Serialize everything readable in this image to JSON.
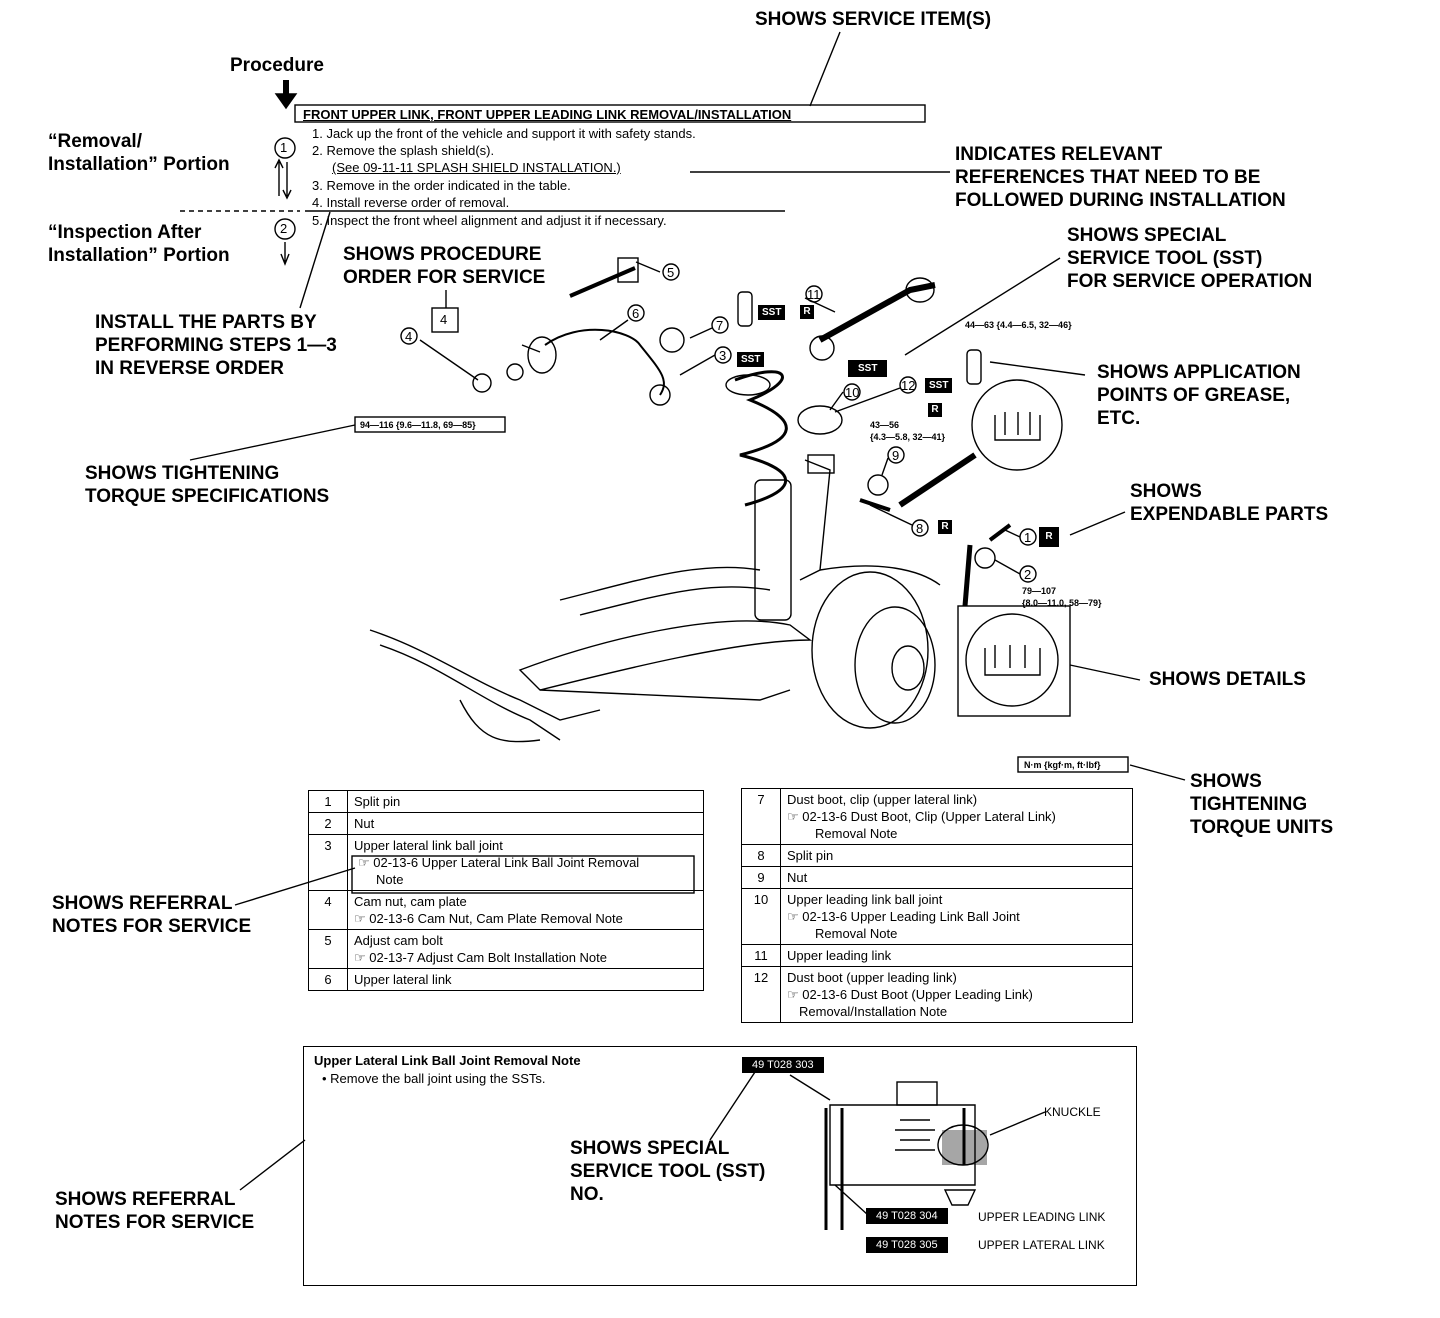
{
  "callouts": {
    "service_items": "SHOWS SERVICE ITEM(S)",
    "procedure": "Procedure",
    "removal_installation": [
      "“Removal/",
      "Installation” Portion"
    ],
    "inspection_after": [
      "“Inspection After",
      "Installation” Portion"
    ],
    "relevant_refs": [
      "INDICATES RELEVANT",
      "REFERENCES THAT NEED TO BE",
      "FOLLOWED DURING INSTALLATION"
    ],
    "special_tool": [
      "SHOWS SPECIAL",
      "SERVICE TOOL (SST)",
      "FOR SERVICE OPERATION"
    ],
    "procedure_order": [
      "SHOWS PROCEDURE",
      "ORDER FOR SERVICE"
    ],
    "install_reverse": [
      "INSTALL THE PARTS BY",
      "PERFORMING STEPS 1—3",
      "IN REVERSE ORDER"
    ],
    "grease_points": [
      "SHOWS APPLICATION",
      "POINTS OF GREASE,",
      "ETC."
    ],
    "tightening_torque": [
      "SHOWS TIGHTENING",
      "TORQUE SPECIFICATIONS"
    ],
    "expendable": [
      "SHOWS",
      "EXPENDABLE PARTS"
    ],
    "details": "SHOWS DETAILS",
    "torque_units": [
      "SHOWS",
      "TIGHTENING",
      "TORQUE UNITS"
    ],
    "referral_notes_1": [
      "SHOWS REFERRAL",
      "NOTES FOR SERVICE"
    ],
    "referral_notes_2": [
      "SHOWS REFERRAL",
      "NOTES FOR SERVICE"
    ],
    "sst_no": [
      "SHOWS SPECIAL",
      "SERVICE TOOL (SST)",
      "NO."
    ]
  },
  "procedure": {
    "title": "FRONT UPPER LINK, FRONT UPPER LEADING LINK REMOVAL/INSTALLATION",
    "steps": [
      "1. Jack up the front of the vehicle and support it with safety stands.",
      "2. Remove the splash shield(s).",
      "(See 09-11-11 SPLASH SHIELD INSTALLATION.)",
      "3. Remove in the order indicated in the table.",
      "4. Install reverse order of removal.",
      "5. Inspect the front wheel alignment and adjust it if necessary."
    ],
    "marker1": "1",
    "marker2": "2"
  },
  "diagram": {
    "part_numbers": [
      "1",
      "2",
      "3",
      "4",
      "5",
      "6",
      "7",
      "8",
      "9",
      "10",
      "11",
      "12"
    ],
    "boxed_number": "4",
    "sst": "SST",
    "r": "R",
    "torques": {
      "t4": "94—116 {9.6—11.8, 69—85}",
      "t12": "44—63 {4.4—6.5, 32—46}",
      "t9": [
        "43—56",
        "{4.3—5.8, 32—41}"
      ],
      "t2": [
        "79—107",
        "{8.0—11.0, 58—79}"
      ],
      "units": "N·m {kgf·m, ft·lbf}"
    }
  },
  "table_left": [
    {
      "no": "1",
      "lines": [
        "Split pin"
      ]
    },
    {
      "no": "2",
      "lines": [
        "Nut"
      ]
    },
    {
      "no": "3",
      "lines": [
        "Upper lateral link ball joint"
      ],
      "note": [
        "☞ 02-13-6 Upper Lateral Link Ball Joint Removal",
        "Note"
      ]
    },
    {
      "no": "4",
      "lines": [
        "Cam nut, cam plate",
        "☞ 02-13-6 Cam Nut, Cam Plate Removal Note"
      ]
    },
    {
      "no": "5",
      "lines": [
        "Adjust cam bolt",
        "☞ 02-13-7 Adjust Cam Bolt Installation Note"
      ]
    },
    {
      "no": "6",
      "lines": [
        "Upper lateral link"
      ]
    }
  ],
  "table_right": [
    {
      "no": "7",
      "lines": [
        "Dust boot, clip (upper lateral link)",
        "☞ 02-13-6 Dust Boot, Clip (Upper Lateral Link)",
        "Removal Note"
      ]
    },
    {
      "no": "8",
      "lines": [
        "Split pin"
      ]
    },
    {
      "no": "9",
      "lines": [
        "Nut"
      ]
    },
    {
      "no": "10",
      "lines": [
        "Upper leading link ball joint",
        "☞ 02-13-6 Upper Leading Link Ball Joint",
        "Removal Note"
      ]
    },
    {
      "no": "11",
      "lines": [
        "Upper leading link"
      ]
    },
    {
      "no": "12",
      "lines": [
        "Dust boot (upper leading link)",
        "☞ 02-13-6 Dust Boot (Upper Leading Link)",
        "Removal/Installation Note"
      ]
    }
  ],
  "note_box": {
    "title": "Upper Lateral Link Ball Joint Removal Note",
    "bullet": "• Remove the ball joint using the SSTs.",
    "tool1": "49 T028 303",
    "tool2": "49 T028 304",
    "tool3": "49 T028 305",
    "knuckle": "KNUCKLE",
    "upper_leading": "UPPER LEADING LINK",
    "upper_lateral": "UPPER LATERAL LINK"
  }
}
